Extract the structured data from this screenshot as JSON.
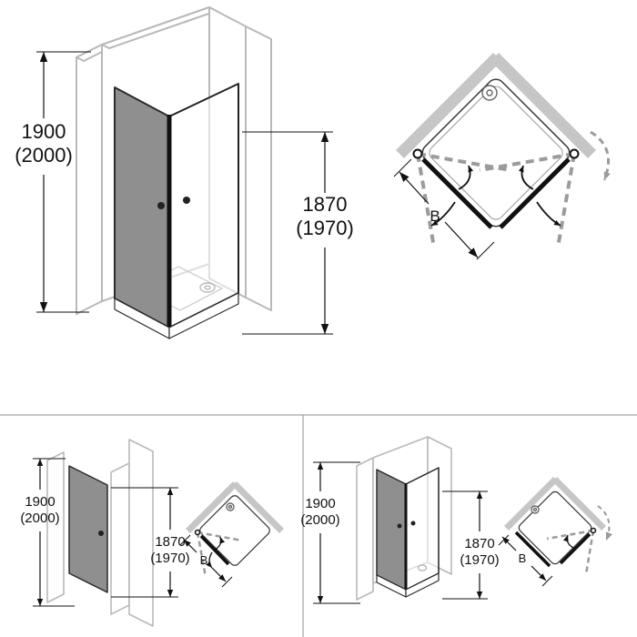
{
  "colors": {
    "wall_outline": "#b9b9b9",
    "wall_fill": "#c6c6c6",
    "panel_dark": "#8f8f8f",
    "line_dark": "#1a1a1a",
    "swing_dash": "#9b9b9b"
  },
  "diagrams": {
    "corner_large": {
      "height": {
        "line1": "1900",
        "line2": "(2000)"
      },
      "door_height": {
        "line1": "1870",
        "line2": "(1970)"
      }
    },
    "corner_plan": {
      "width_label": "B"
    },
    "niche_small": {
      "height": {
        "line1": "1900",
        "line2": "(2000)"
      },
      "door_height": {
        "line1": "1870",
        "line2": "(1970)"
      },
      "width_label": "B"
    },
    "corner_small": {
      "height": {
        "line1": "1900",
        "line2": "(2000)"
      },
      "door_height": {
        "line1": "1870",
        "line2": "(1970)"
      },
      "width_label": "B"
    }
  }
}
